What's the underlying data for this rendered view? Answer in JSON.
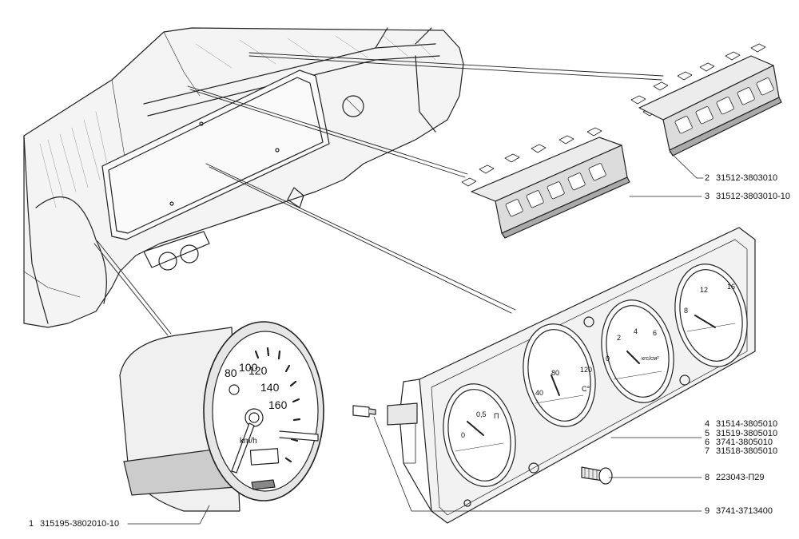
{
  "callouts": [
    {
      "num": "1",
      "code": "315195-3802010-10"
    },
    {
      "num": "2",
      "code": "31512-3803010"
    },
    {
      "num": "3",
      "code": "31512-3803010-10"
    },
    {
      "num": "4",
      "code": "31514-3805010"
    },
    {
      "num": "5",
      "code": "31519-3805010"
    },
    {
      "num": "6",
      "code": "3741-3805010"
    },
    {
      "num": "7",
      "code": "31518-3805010"
    },
    {
      "num": "8",
      "code": "223043-П29"
    },
    {
      "num": "9",
      "code": "3741-3713400"
    }
  ],
  "speedometer": {
    "scale": [
      "80",
      "100",
      "120",
      "140",
      "160"
    ],
    "unit": "km/h"
  },
  "gauges": {
    "fuel": {
      "marks": [
        "0",
        "0,5",
        "П"
      ]
    },
    "temp": {
      "marks": [
        "40",
        "80",
        "120",
        "C°"
      ]
    },
    "oil": {
      "marks": [
        "0",
        "2",
        "4",
        "6",
        "кгс/см²"
      ]
    },
    "volt": {
      "marks": [
        "8",
        "12",
        "16"
      ]
    }
  }
}
